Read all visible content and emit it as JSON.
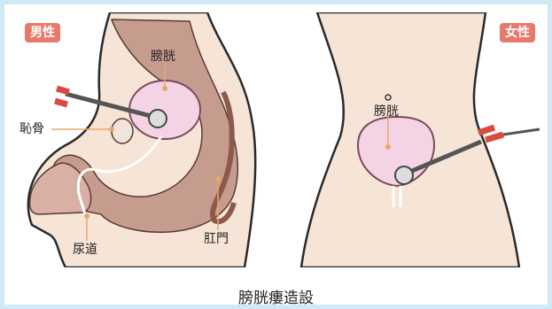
{
  "male_panel": {
    "badge": "男性",
    "labels": {
      "bladder": "膀胱",
      "pubic_bone": "恥骨",
      "urethra": "尿道",
      "anus": "肛門"
    }
  },
  "female_panel": {
    "badge": "女性",
    "labels": {
      "bladder": "膀胱"
    }
  },
  "caption": "膀胱瘻造設",
  "colors": {
    "background": "#cfe9f7",
    "skin": "#f6e4d6",
    "tissue": "#c69c8f",
    "bladder": "#f3d3e4",
    "badge": "#e8796b",
    "catheter_red": "#d94b41",
    "pointer": "#e8a86a"
  }
}
